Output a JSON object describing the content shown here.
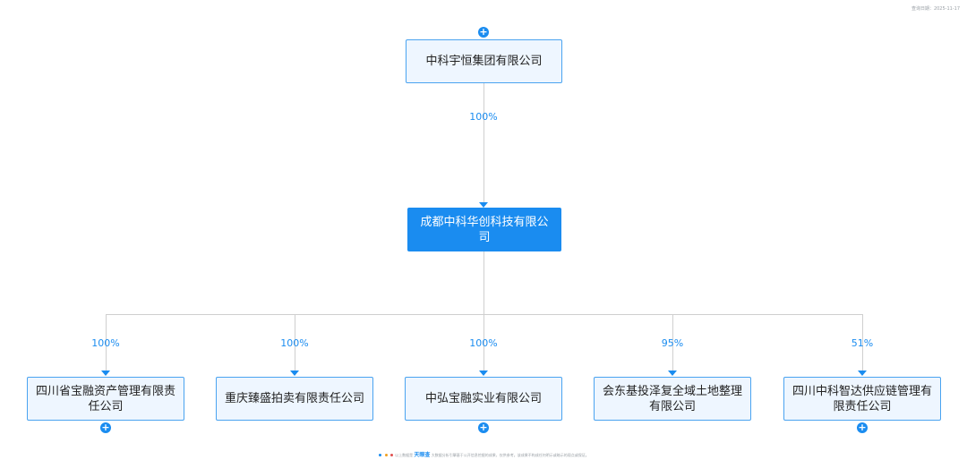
{
  "header": {
    "query_date": "查询日期：2025-11-17"
  },
  "shareholder": {
    "name": "中科宇恒集团有限公司",
    "percent": "100%"
  },
  "main_company": {
    "name": "成都中科华创科技有限公司"
  },
  "subsidiaries": [
    {
      "name": "四川省宝融资产管理有限责任公司",
      "percent": "100%"
    },
    {
      "name": "重庆臻盛拍卖有限责任公司",
      "percent": "100%"
    },
    {
      "name": "中弘宝融实业有限公司",
      "percent": "100%"
    },
    {
      "name": "会东基投泽复全域土地整理有限公司",
      "percent": "95%"
    },
    {
      "name": "四川中科智达供应链管理有限责任公司",
      "percent": "51%"
    }
  ],
  "expand_symbol": "+",
  "colors": {
    "accent": "#1a8cf0",
    "node_bg": "#eef6ff",
    "line": "#cfcfcf"
  },
  "footer": {
    "brand": "天眼查",
    "text_before": "以上数据是",
    "text_after": "大数据分析引擎基于公开信息挖掘的成果，仅供参考。该成果不构成任何明示或暗示的观点或保证。"
  }
}
